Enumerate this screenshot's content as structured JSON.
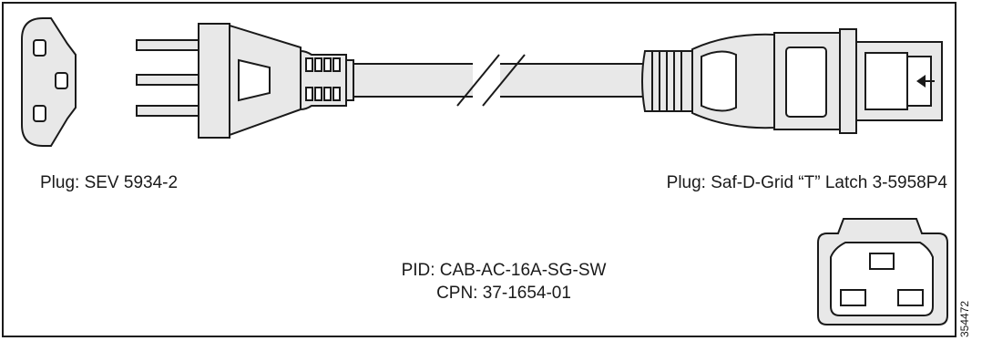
{
  "labels": {
    "left_plug": "Plug: SEV 5934-2",
    "right_plug": "Plug: Saf-D-Grid “T” Latch 3-5958P4",
    "pid": "PID: CAB-AC-16A-SG-SW",
    "cpn": "CPN: 37-1654-01",
    "figure_id": "354472"
  },
  "colors": {
    "stroke": "#1a1a1a",
    "fill": "#e8e8e8",
    "background": "#ffffff"
  }
}
